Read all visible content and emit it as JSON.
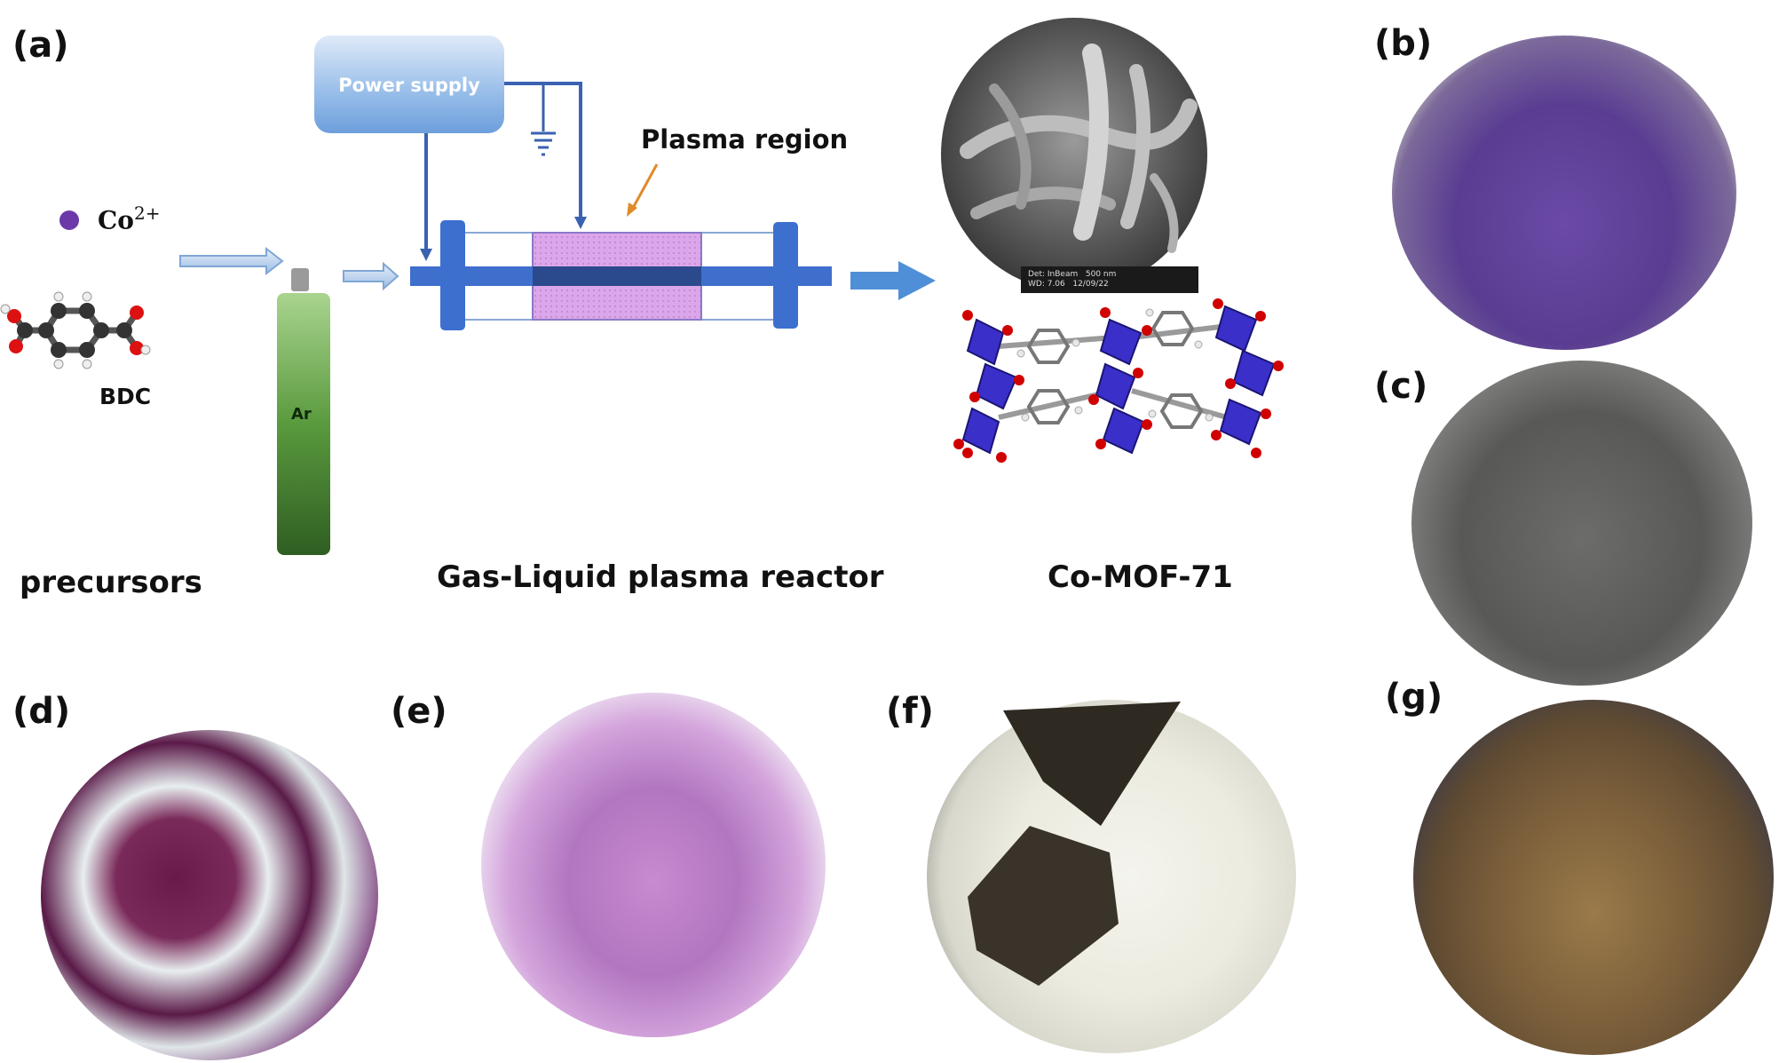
{
  "labels": {
    "a": "(a)",
    "b": "(b)",
    "c": "(c)",
    "d": "(d)",
    "e": "(e)",
    "f": "(f)",
    "g": "(g)"
  },
  "schematic": {
    "ion_label": "Co",
    "ion_charge": "2+",
    "ligand_label": "BDC",
    "gas_label": "Ar",
    "power_supply": "Power supply",
    "plasma_region": "Plasma region",
    "sem_info": "Det: InBeam",
    "sem_scale": "500 nm",
    "sem_date": "12/09/22",
    "sem_mag": "WD: 7.06"
  },
  "captions": {
    "precursors": "precursors",
    "reactor": "Gas-Liquid plasma reactor",
    "product": "Co-MOF-71"
  },
  "colors": {
    "arrow": "#6a9fd8",
    "flange": "#3d6fcf",
    "plasma": "#d9a5e8",
    "cylinder": "#4f8a3a",
    "cobalt_dot": "#6b3aa8"
  }
}
